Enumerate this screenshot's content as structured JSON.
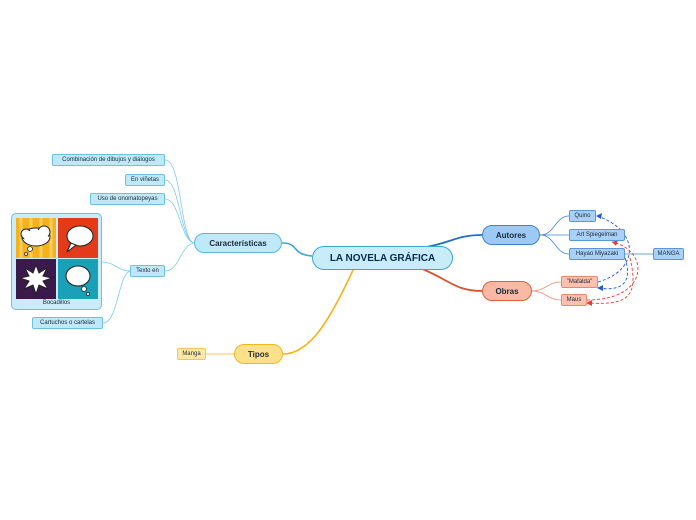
{
  "central": "LA NOVELA GRÁFICA",
  "caracteristicas": {
    "label": "Características",
    "items": [
      "Combinación de dibujos y diálogos",
      "En viñetas",
      "Uso de onomatopeyas",
      "Texto en",
      "Cartuchos o cartelas"
    ],
    "image_caption": "Bocadillos"
  },
  "autores": {
    "label": "Autores",
    "items": [
      "Quino",
      "Art Spiegelman",
      "Hayao Miyazaki"
    ],
    "tag": "MANGA"
  },
  "obras": {
    "label": "Obras",
    "items": [
      "\"Mafalda\"",
      "Maus"
    ]
  },
  "tipos": {
    "label": "Tipos",
    "items": [
      "Manga"
    ]
  },
  "colors": {
    "caracteristicas": "#3aa7d8",
    "autores": "#1f6fc4",
    "obras": "#e0502a",
    "tipos": "#f5b21a"
  }
}
